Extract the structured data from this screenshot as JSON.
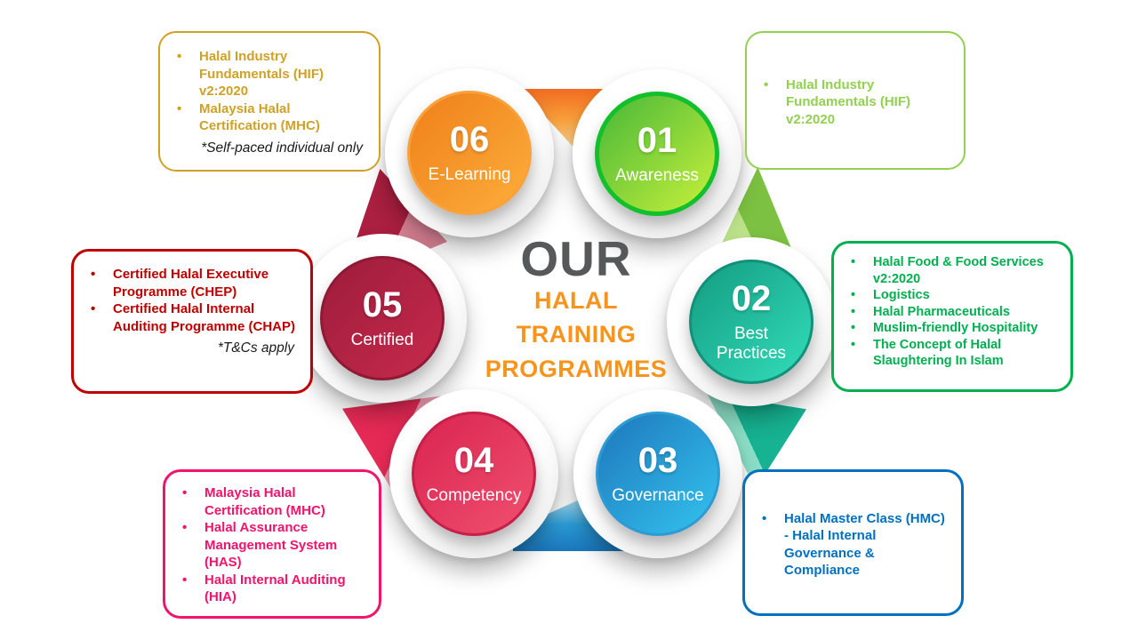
{
  "center": {
    "heading": "OUR",
    "sub_lines": [
      "HALAL",
      "TRAINING",
      "PROGRAMMES"
    ]
  },
  "nodes": [
    {
      "number": "01",
      "label": "Awareness",
      "color": "#47B838"
    },
    {
      "number": "02",
      "label": "Best Practices",
      "color": "#149C82"
    },
    {
      "number": "03",
      "label": "Governance",
      "color": "#1E77BC"
    },
    {
      "number": "04",
      "label": "Competency",
      "color": "#D92450"
    },
    {
      "number": "05",
      "label": "Certified",
      "color": "#9E1C3B"
    },
    {
      "number": "06",
      "label": "E-Learning",
      "color": "#EF7F1A"
    }
  ],
  "callouts": {
    "elearning": {
      "color": "#CFA127",
      "items": [
        "Halal Industry Fundamentals (HIF) v2:2020",
        "Malaysia Halal Certification (MHC)"
      ],
      "note": "*Self-paced individual only"
    },
    "awareness": {
      "color": "#92D050",
      "items": [
        "Halal Industry Fundamentals (HIF) v2:2020"
      ]
    },
    "certified": {
      "color": "#C00000",
      "items": [
        "Certified Halal Executive Programme (CHEP)",
        "Certified Halal Internal Auditing Programme (CHAP)"
      ],
      "note": "*T&Cs apply"
    },
    "best_practices": {
      "color": "#00B050",
      "items": [
        "Halal Food & Food Services v2:2020",
        "Logistics",
        "Halal Pharmaceuticals",
        "Muslim-friendly Hospitality",
        "The Concept of Halal Slaughtering In Islam"
      ]
    },
    "competency": {
      "color": "#F2146C",
      "items": [
        "Malaysia Halal Certification (MHC)",
        "Halal Assurance Management System (HAS)",
        "Halal Internal Auditing (HIA)"
      ]
    },
    "governance": {
      "color": "#0070C0",
      "items": [
        "Halal Master Class (HMC) - Halal Internal Governance & Compliance"
      ]
    }
  }
}
